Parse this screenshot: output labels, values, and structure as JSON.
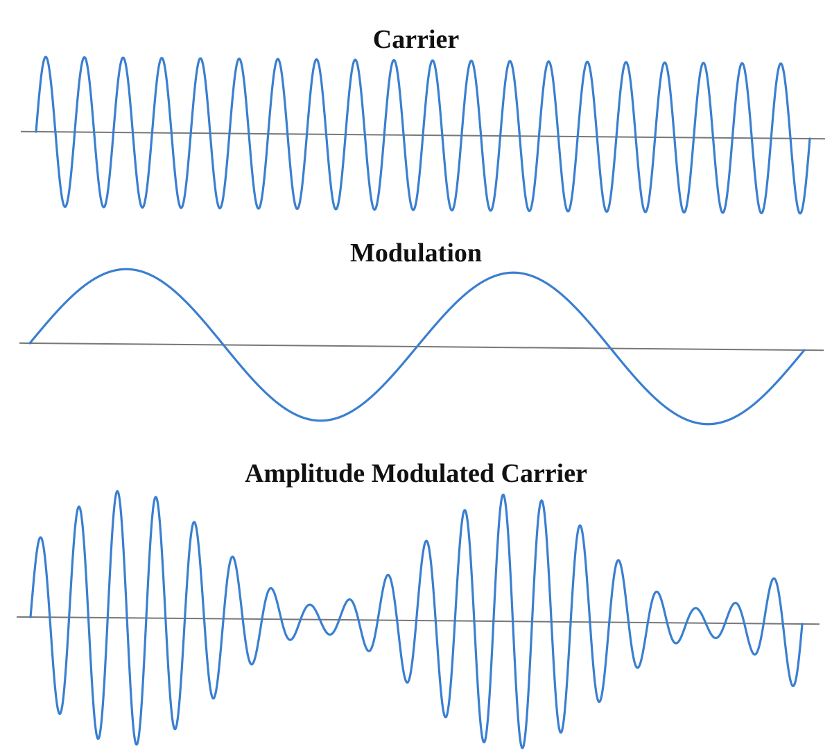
{
  "panels": {
    "carrier": {
      "title": "Carrier",
      "cycles": 20,
      "amplitude": 1.0
    },
    "modulation": {
      "title": "Modulation",
      "cycles": 2,
      "amplitude": 1.0
    },
    "am": {
      "title": "Amplitude Modulated Carrier",
      "carrier_cycles": 20,
      "modulation_cycles": 2,
      "modulation_depth": 0.8
    }
  },
  "colors": {
    "wave": "#3a7fd0",
    "axis": "#777777",
    "text": "#111111",
    "background": "#ffffff"
  }
}
